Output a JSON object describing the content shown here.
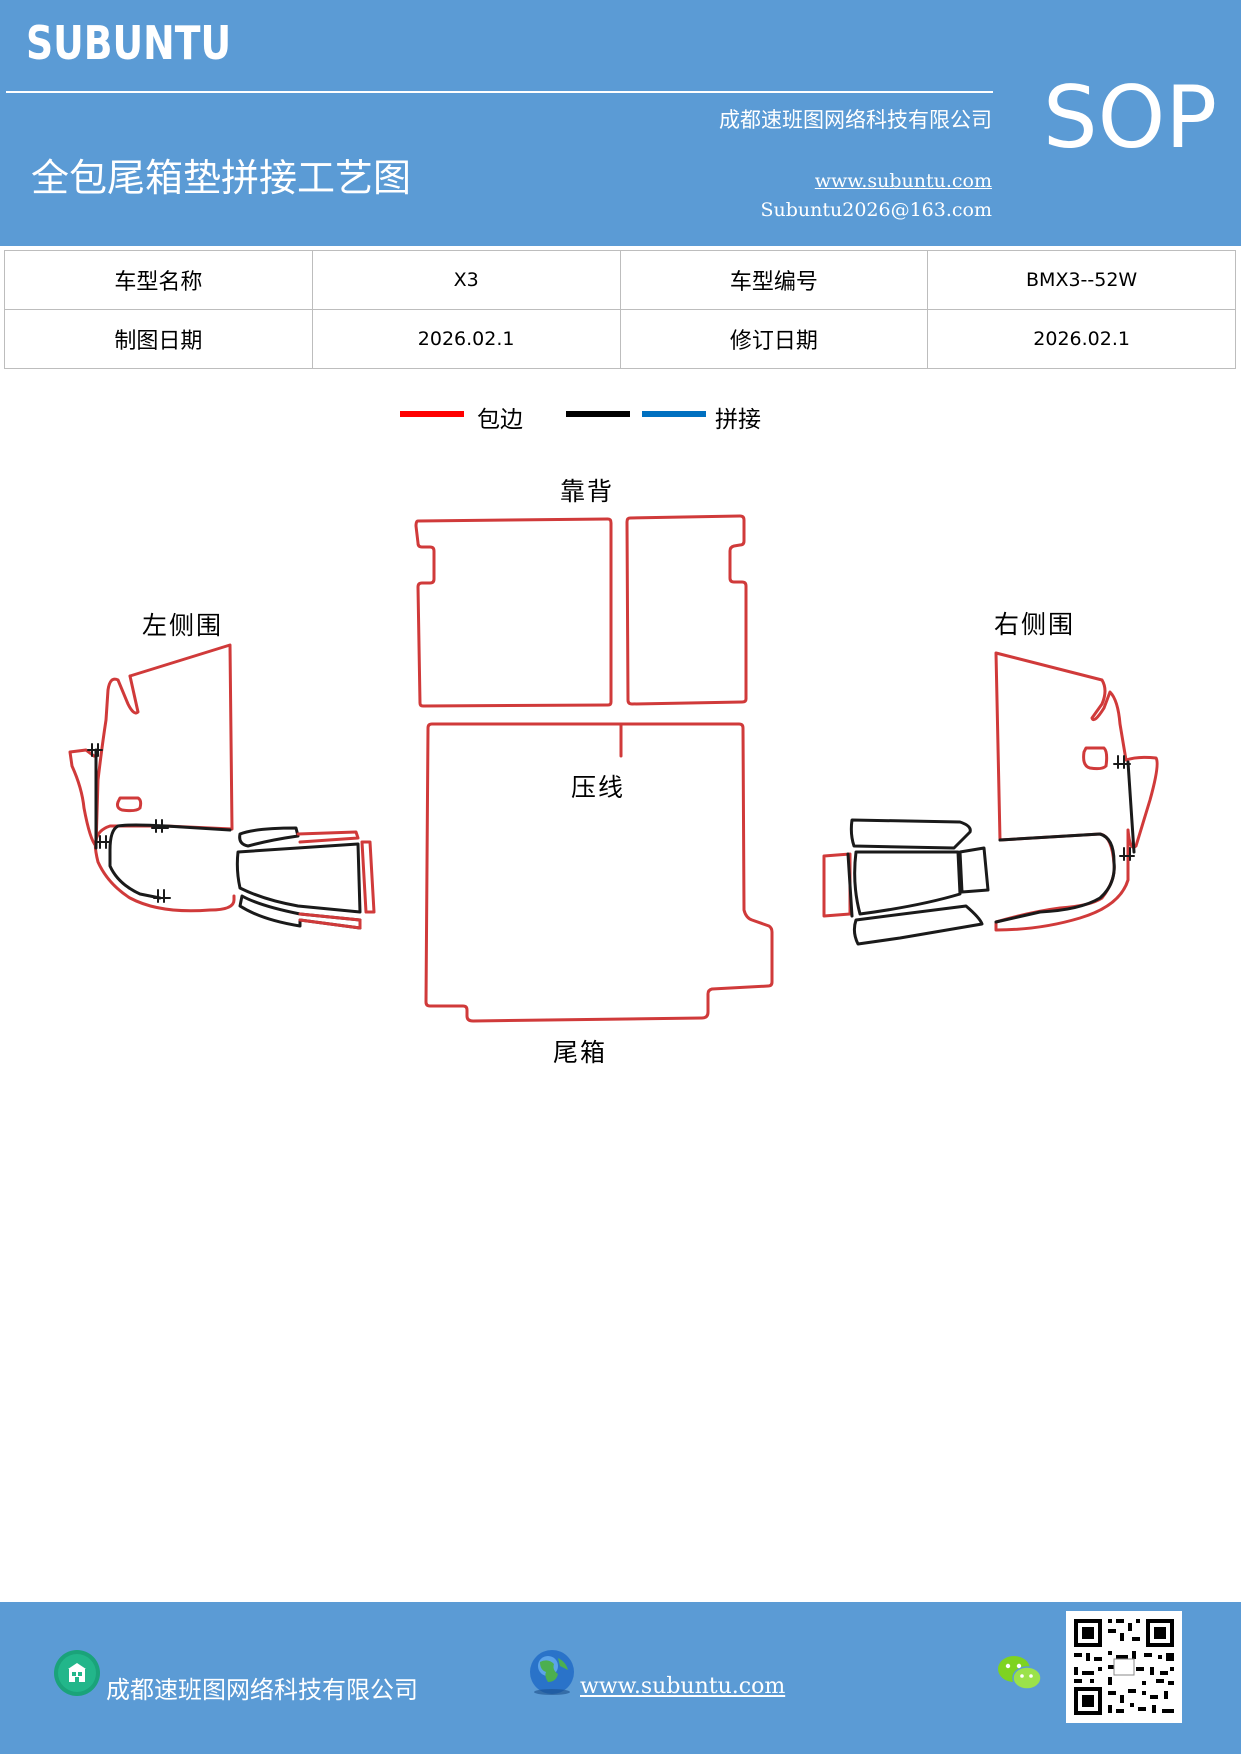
{
  "header": {
    "logo": "SUBUNTU",
    "company": "成都速班图网络科技有限公司",
    "title": "全包尾箱垫拼接工艺图",
    "website": "www.subuntu.com",
    "email": "Subuntu2026@163.com",
    "badge": "SOP",
    "background": "#5b9bd5"
  },
  "info_table": [
    {
      "label1": "车型名称",
      "value1": "X3",
      "label2": "车型编号",
      "value2": "BMX3--52W"
    },
    {
      "label1": "制图日期",
      "value1": "2026.02.1",
      "label2": "修订日期",
      "value2": "2026.02.1"
    }
  ],
  "legend": {
    "items": [
      {
        "label": "包边",
        "color": "#ff0000"
      },
      {
        "label": "",
        "color": "#000000"
      },
      {
        "label": "拼接",
        "color": "#0070c0"
      }
    ]
  },
  "diagram": {
    "labels": {
      "backrest": "靠背",
      "left_side": "左侧围",
      "right_side": "右侧围",
      "press_line": "压线",
      "trunk": "尾箱"
    },
    "colors": {
      "edge": "#d03a3a",
      "seam": "#1a1a1a"
    }
  },
  "footer": {
    "company": "成都速班图网络科技有限公司",
    "website": "www.subuntu.com",
    "icons": [
      "building-icon",
      "globe-icon",
      "wechat-icon",
      "qr-code"
    ]
  }
}
